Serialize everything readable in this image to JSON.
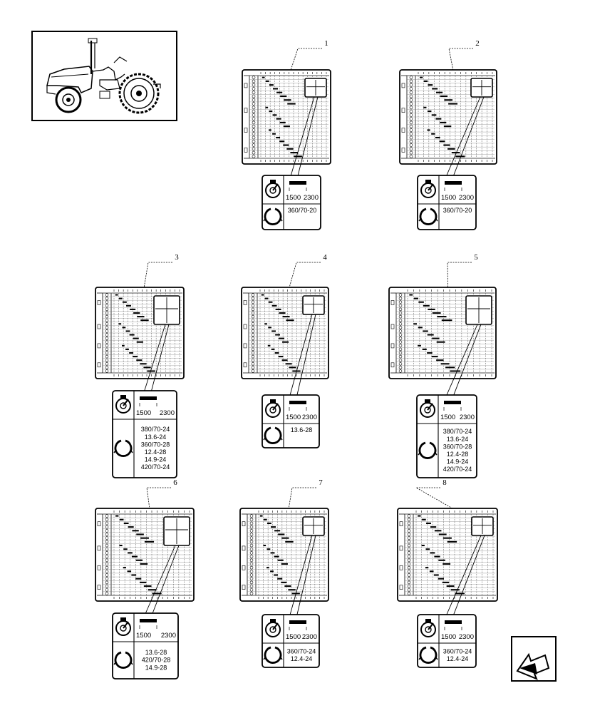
{
  "labels": [
    {
      "id": "1",
      "rpm_low": "1500",
      "rpm_high": "2300",
      "tyres": [
        "360/70-20"
      ]
    },
    {
      "id": "2",
      "rpm_low": "1500",
      "rpm_high": "2300",
      "tyres": [
        "360/70-20"
      ]
    },
    {
      "id": "3",
      "rpm_low": "1500",
      "rpm_high": "2300",
      "tyres": [
        "380/70-24",
        "13.6-24",
        "360/70-28",
        "12.4-28",
        "14.9-24",
        "420/70-24"
      ]
    },
    {
      "id": "4",
      "rpm_low": "1500",
      "rpm_high": "2300",
      "tyres": [
        "13.6-28"
      ]
    },
    {
      "id": "5",
      "rpm_low": "1500",
      "rpm_high": "2300",
      "tyres": [
        "380/70-24",
        "13.6-24",
        "360/70-28",
        "12.4-28",
        "14.9-24",
        "420/70-24"
      ]
    },
    {
      "id": "6",
      "rpm_low": "1500",
      "rpm_high": "2300",
      "tyres": [
        "13.6-28",
        "420/70-28",
        "14.9-28"
      ]
    },
    {
      "id": "7",
      "rpm_low": "1500",
      "rpm_high": "2300",
      "tyres": [
        "360/70-24",
        "12.4-24"
      ]
    },
    {
      "id": "8",
      "rpm_low": "1500",
      "rpm_high": "2300",
      "tyres": [
        "360/70-24",
        "12.4-24"
      ]
    }
  ],
  "icons": {
    "tractor_thumbnail": "tractor-thumbnail-icon",
    "engine_speed": "tachometer-icon",
    "tyre": "tyre-icon",
    "next_page": "next-page-arrow-icon"
  },
  "colors": {
    "ink": "#000000",
    "paper": "#ffffff",
    "grid": "#555555"
  }
}
